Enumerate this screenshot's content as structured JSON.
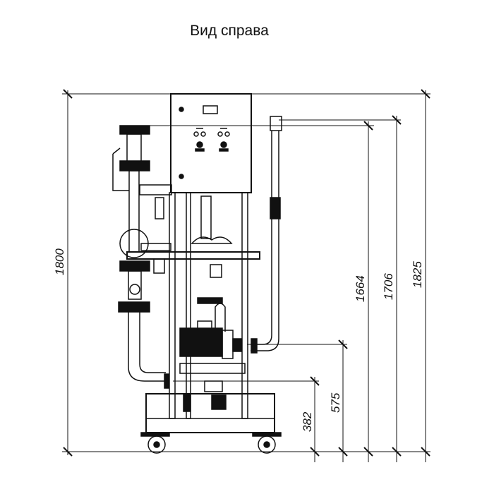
{
  "title": "Вид справа",
  "dimensions": {
    "overall_height_left": "1800",
    "height_1664": "1664",
    "height_1706": "1706",
    "height_1825": "1825",
    "height_575": "575",
    "height_382": "382"
  },
  "colors": {
    "line": "#111111",
    "background": "#ffffff"
  }
}
